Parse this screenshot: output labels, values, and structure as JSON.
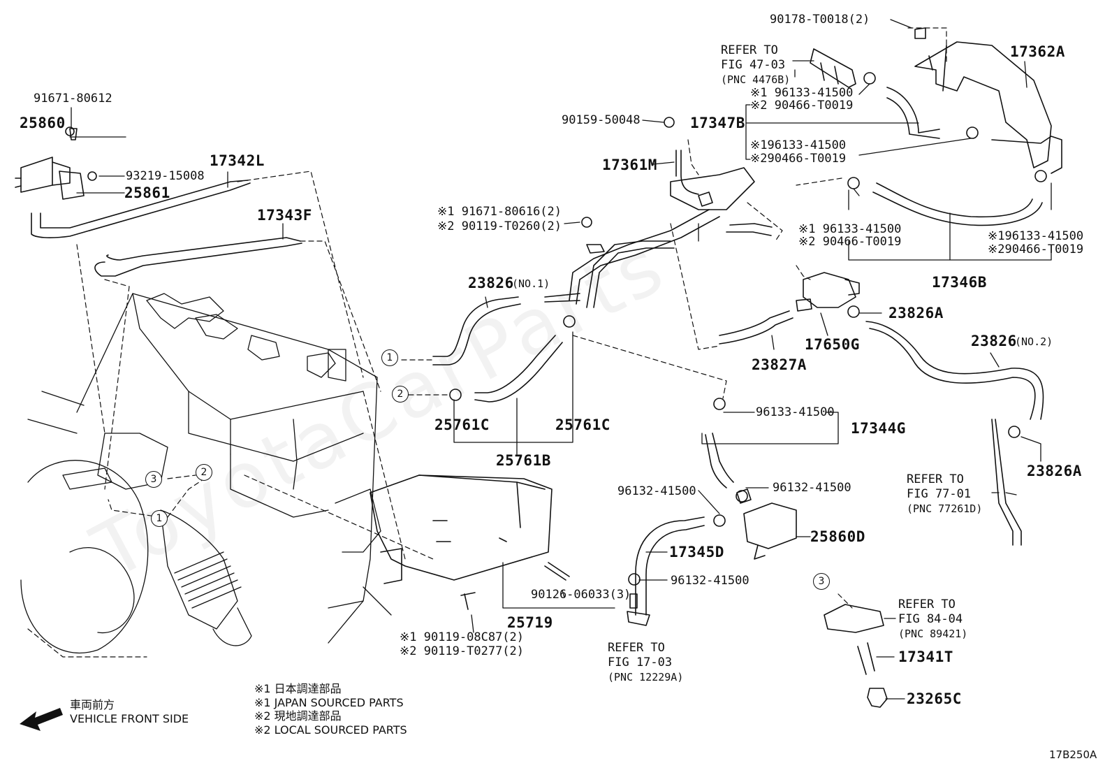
{
  "diagram_code": "17B250A",
  "legend": {
    "l1": "※1  日本調達部品",
    "l2": "※1  JAPAN SOURCED PARTS",
    "l3": "※2  現地調達部品",
    "l4": "※2  LOCAL SOURCED PARTS"
  },
  "direction": {
    "jp": "車両前方",
    "en": "VEHICLE FRONT SIDE",
    "icon": "arrow-left-icon"
  },
  "watermark": "ToyotaCarParts",
  "refs": {
    "r1_a": "REFER TO",
    "r1_b": "FIG 47-03",
    "r1_c": "(PNC 4476B)",
    "r2_a": "REFER TO",
    "r2_b": "FIG 77-01",
    "r2_c": "(PNC 77261D)",
    "r3_a": "REFER TO",
    "r3_b": "FIG 17-03",
    "r3_c": "(PNC 12229A)",
    "r4_a": "REFER TO",
    "r4_b": "FIG 84-04",
    "r4_c": "(PNC 89421)"
  },
  "parts": {
    "p91671_80612": "91671-80612",
    "p25860": "25860",
    "p93219": "93219-15008",
    "p25861": "25861",
    "p17342L": "17342L",
    "p17343F": "17343F",
    "p90178": "90178-T0018(2)",
    "p17362A": "17362A",
    "p96133_a1": "※1 96133-41500",
    "p90466_a2": "※2 90466-T0019",
    "p90159": "90159-50048",
    "p17347B": "17347B",
    "p96133_b1": "※196133-41500",
    "p90466_b2": "※290466-T0019",
    "p17361M": "17361M",
    "p91671_80616": "※1 91671-80616(2)",
    "p90119_T0260": "※2 90119-T0260(2)",
    "p96133_c1": "※1 96133-41500",
    "p90466_c2": "※2 90466-T0019",
    "p96133_d1": "※196133-41500",
    "p90466_d2": "※290466-T0019",
    "p23826_no1": "23826",
    "p23826_no1_note": "(NO.1)",
    "p17346B": "17346B",
    "p23826A_1": "23826A",
    "p17650G": "17650G",
    "p23827A": "23827A",
    "p23826_no2": "23826",
    "p23826_no2_note": "(NO.2)",
    "p25761C_1": "25761C",
    "p25761C_2": "25761C",
    "p25761B": "25761B",
    "p96133_e": "96133-41500",
    "p17344G": "17344G",
    "p23826A_2": "23826A",
    "p96132_a": "96132-41500",
    "p96132_b": "96132-41500",
    "p25860D": "25860D",
    "p17345D": "17345D",
    "p96132_c": "96132-41500",
    "p90126": "90126-06033(3)",
    "p25719": "25719",
    "p90119_08C87": "※1 90119-08C87(2)",
    "p90119_T0277": "※2 90119-T0277(2)",
    "p17341T": "17341T",
    "p23265C": "23265C"
  },
  "callouts": [
    "1",
    "2",
    "1",
    "2",
    "3",
    "3"
  ]
}
